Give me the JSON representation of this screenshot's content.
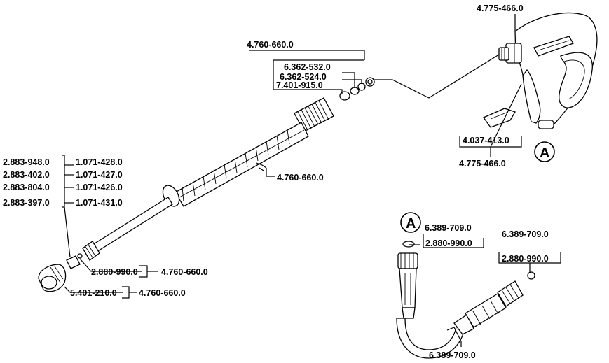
{
  "labels": {
    "gun_top": "4.775-466.0",
    "lance_set": "4.760-660.0",
    "p_6362_532": "6.362-532.0",
    "p_6362_524": "6.362-524.0",
    "p_7401_915": "7.401-915.0",
    "trigger_lock": "4.037-413.0",
    "gun_bottom": "4.775-466.0",
    "lance_mid": "4.760-660.0",
    "left_a1": "2.883-948.0",
    "left_a2": "2.883-402.0",
    "left_a3": "2.883-804.0",
    "left_a4": "2.883-397.0",
    "left_b1": "1.071-428.0",
    "left_b2": "1.071-427.0",
    "left_b3": "1.071-426.0",
    "left_b4": "1.071-431.0",
    "oring_lance": "2.880-990.0",
    "oring_lance_ref": "4.760-660.0",
    "nozzle_cap": "5.401-210.0",
    "nozzle_cap_ref": "4.760-660.0",
    "hose_a_top": "6.389-709.0",
    "hose_a_oring": "2.880-990.0",
    "hose_right_top": "6.389-709.0",
    "hose_right_oring": "2.880-990.0",
    "hose_bottom": "6.389-709.0",
    "callout_a1": "A",
    "callout_a2": "A"
  }
}
